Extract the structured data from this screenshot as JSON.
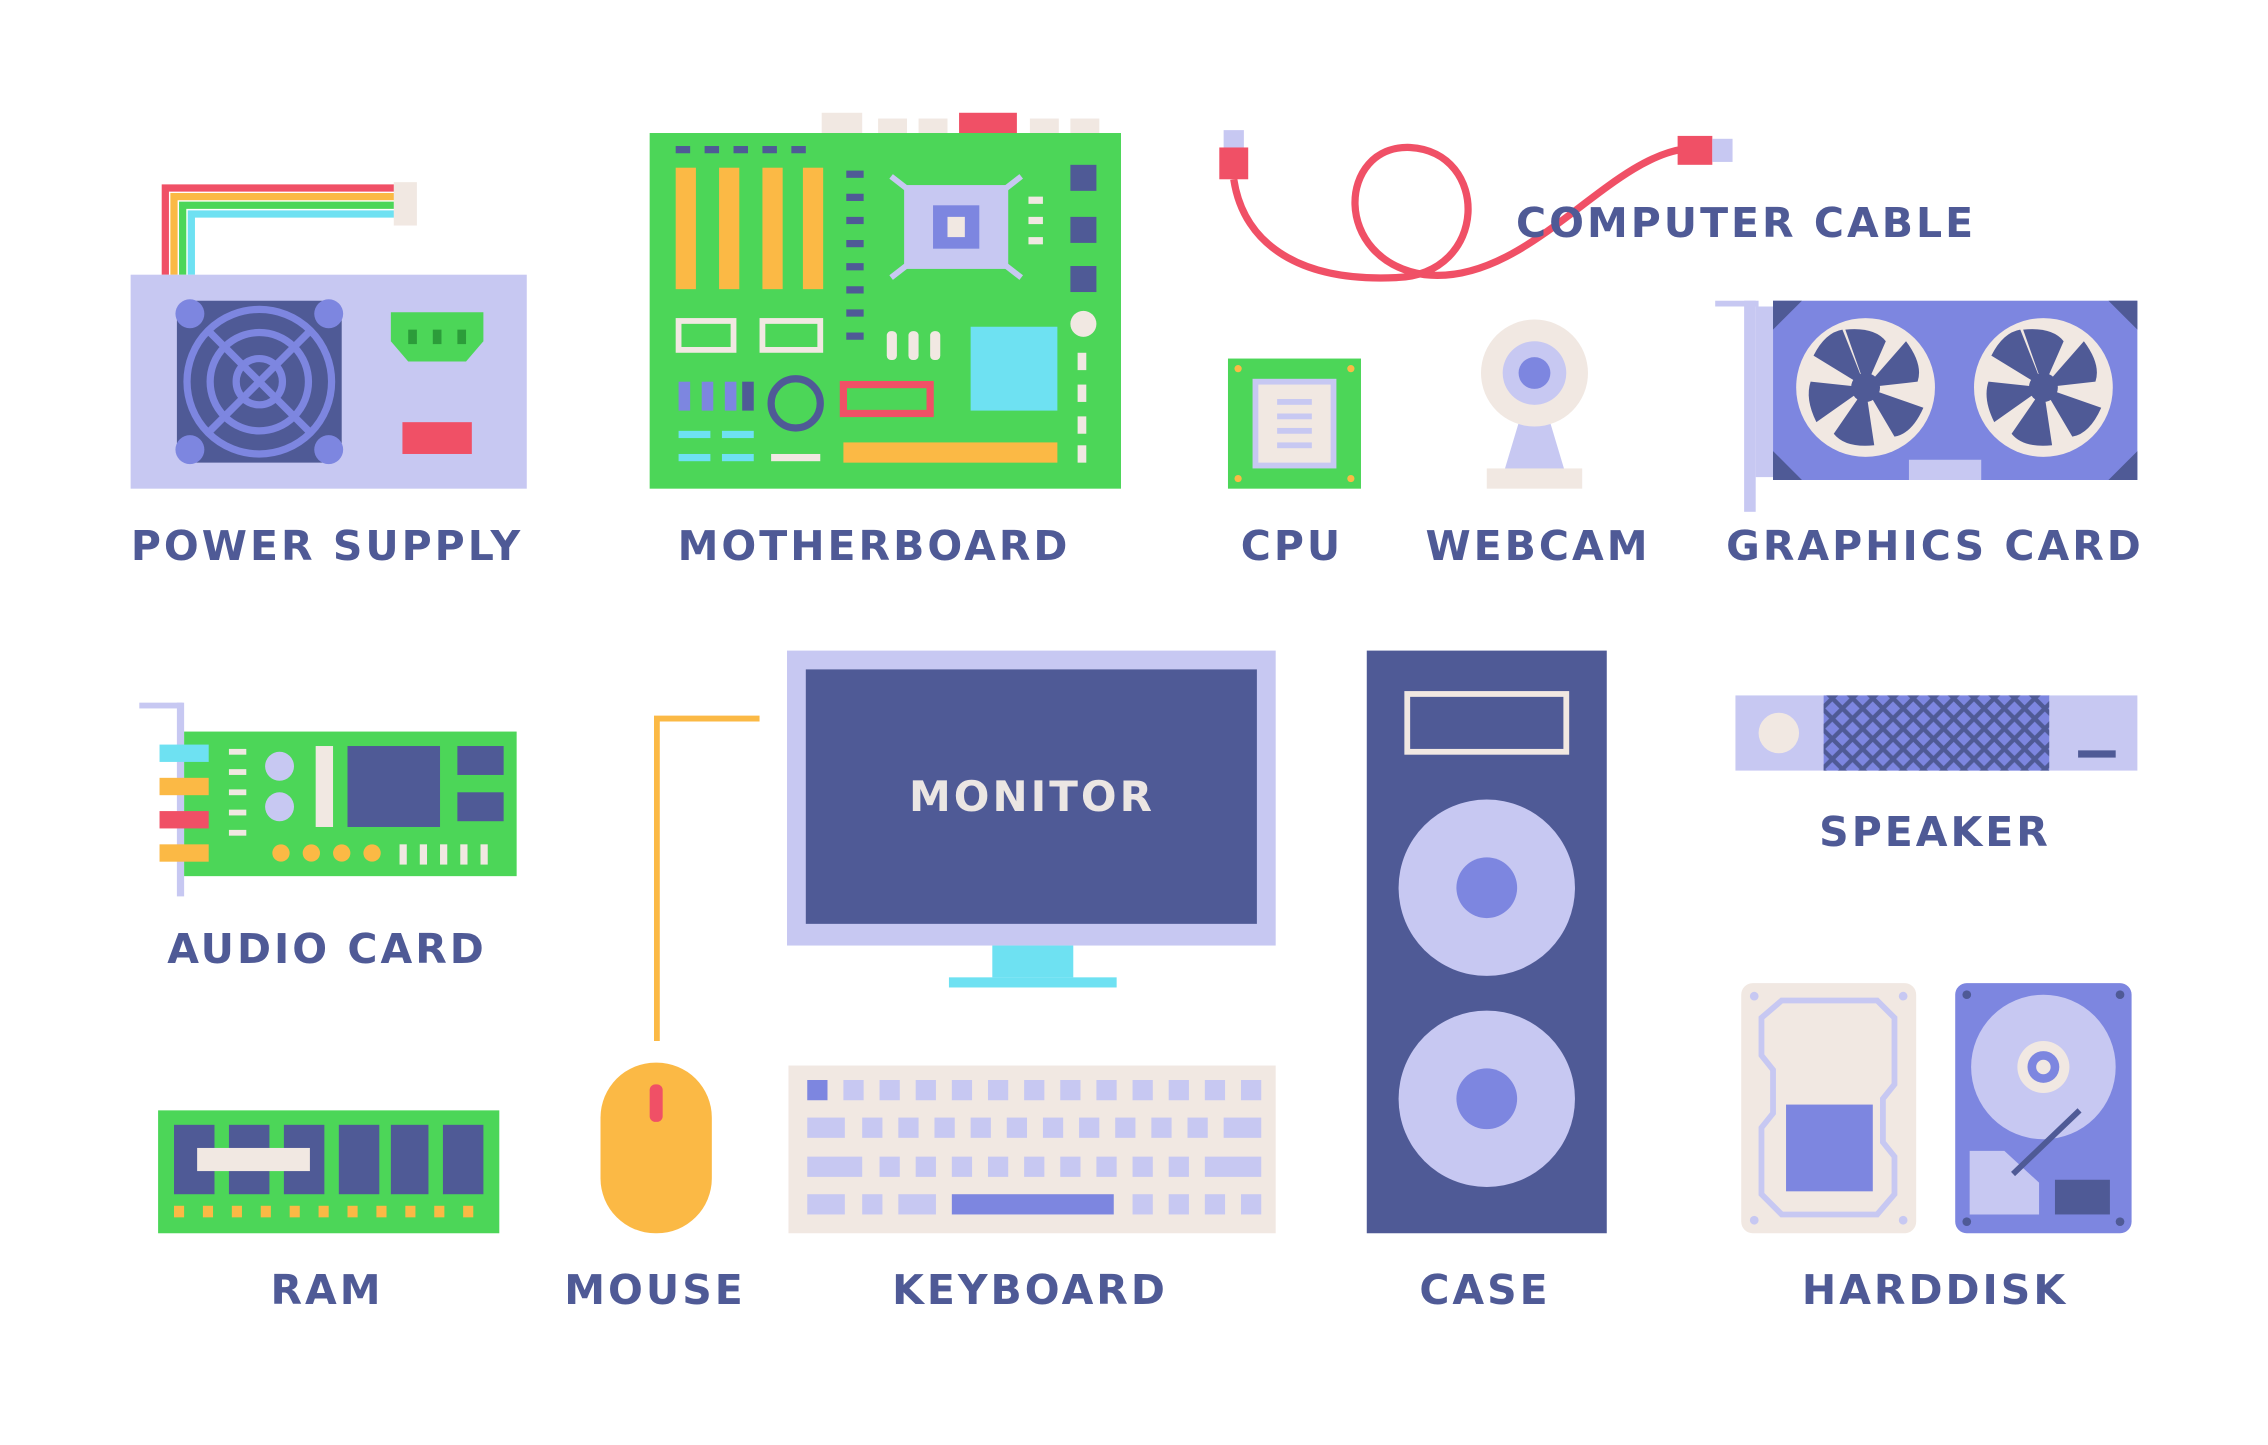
{
  "palette": {
    "navy": "#4f5a96",
    "lavender": "#c7c8f2",
    "periwinkle": "#7d86e0",
    "green": "#4cd658",
    "orange": "#fbb945",
    "red": "#f05066",
    "cyan": "#6ee1f2",
    "cream": "#f1e8e2"
  },
  "items": {
    "power_supply": "POWER SUPPLY",
    "motherboard": "MOTHERBOARD",
    "computer_cable": "COMPUTER CABLE",
    "cpu": "CPU",
    "webcam": "WEBCAM",
    "graphics_card": "GRAPHICS CARD",
    "audio_card": "AUDIO CARD",
    "monitor": "MONITOR",
    "speaker": "SPEAKER",
    "ram": "RAM",
    "mouse": "MOUSE",
    "keyboard": "KEYBOARD",
    "case": "CASE",
    "harddisk": "HARDDISK"
  }
}
